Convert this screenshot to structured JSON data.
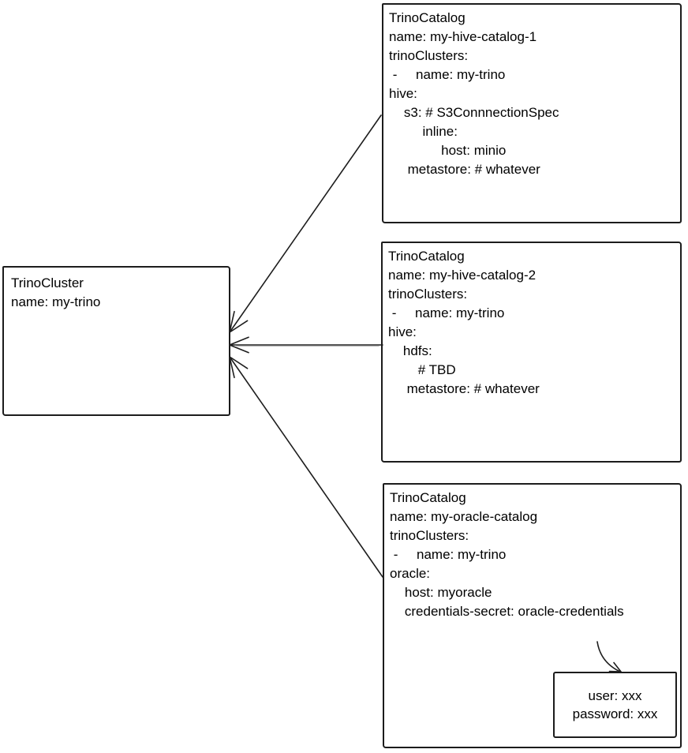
{
  "colors": {
    "background": "#ffffff",
    "stroke": "#1c1c1c",
    "text": "#000000"
  },
  "cluster_box": {
    "lines": [
      "TrinoCluster",
      "name: my-trino"
    ]
  },
  "catalog_boxes": [
    {
      "lines": [
        "TrinoCatalog",
        "name: my-hive-catalog-1",
        "trinoClusters:",
        " -     name: my-trino",
        "hive:",
        "    s3: # S3ConnnectionSpec",
        "         inline:",
        "              host: minio",
        "     metastore: # whatever"
      ]
    },
    {
      "lines": [
        "TrinoCatalog",
        "name: my-hive-catalog-2",
        "trinoClusters:",
        " -     name: my-trino",
        "hive:",
        "    hdfs:",
        "        # TBD",
        "     metastore: # whatever"
      ]
    },
    {
      "lines": [
        "TrinoCatalog",
        "name: my-oracle-catalog",
        "trinoClusters:",
        " -     name: my-trino",
        "oracle:",
        "    host: myoracle",
        "    credentials-secret: oracle-credentials"
      ]
    }
  ],
  "secret_box": {
    "lines": [
      "user: xxx",
      "password: xxx"
    ]
  }
}
